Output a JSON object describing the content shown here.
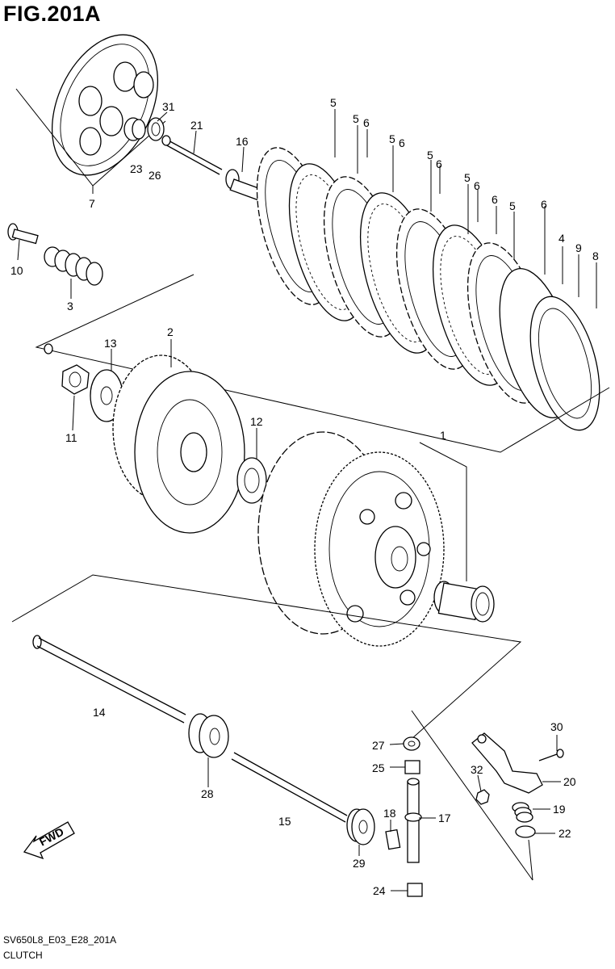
{
  "title": "FIG.201A",
  "footer": {
    "code": "SV650L8_E03_E28_201A",
    "name": "CLUTCH"
  },
  "fwd_arrow_text": "FWD",
  "callouts": [
    {
      "id": "c5a",
      "text": "5"
    },
    {
      "id": "c5b",
      "text": "5"
    },
    {
      "id": "c6b",
      "text": "6"
    },
    {
      "id": "c5c",
      "text": "5"
    },
    {
      "id": "c6c",
      "text": "6"
    },
    {
      "id": "c5d",
      "text": "5"
    },
    {
      "id": "c6d",
      "text": "6"
    },
    {
      "id": "c5e",
      "text": "5"
    },
    {
      "id": "c6e",
      "text": "6"
    },
    {
      "id": "c6f",
      "text": "6"
    },
    {
      "id": "c5f",
      "text": "5"
    },
    {
      "id": "c6g",
      "text": "6"
    },
    {
      "id": "c4",
      "text": "4"
    },
    {
      "id": "c9",
      "text": "9"
    },
    {
      "id": "c8",
      "text": "8"
    },
    {
      "id": "c31",
      "text": "31"
    },
    {
      "id": "c21",
      "text": "21"
    },
    {
      "id": "c16",
      "text": "16"
    },
    {
      "id": "c23",
      "text": "23"
    },
    {
      "id": "c26",
      "text": "26"
    },
    {
      "id": "c7",
      "text": "7"
    },
    {
      "id": "c10",
      "text": "10"
    },
    {
      "id": "c3",
      "text": "3"
    },
    {
      "id": "c2",
      "text": "2"
    },
    {
      "id": "c13",
      "text": "13"
    },
    {
      "id": "c11",
      "text": "11"
    },
    {
      "id": "c12",
      "text": "12"
    },
    {
      "id": "c1",
      "text": "1"
    },
    {
      "id": "c14",
      "text": "14"
    },
    {
      "id": "c28",
      "text": "28"
    },
    {
      "id": "c15",
      "text": "15"
    },
    {
      "id": "c27",
      "text": "27"
    },
    {
      "id": "c25",
      "text": "25"
    },
    {
      "id": "c18",
      "text": "18"
    },
    {
      "id": "c17",
      "text": "17"
    },
    {
      "id": "c29",
      "text": "29"
    },
    {
      "id": "c24",
      "text": "24"
    },
    {
      "id": "c30",
      "text": "30"
    },
    {
      "id": "c32",
      "text": "32"
    },
    {
      "id": "c20",
      "text": "20"
    },
    {
      "id": "c19",
      "text": "19"
    },
    {
      "id": "c22",
      "text": "22"
    }
  ]
}
